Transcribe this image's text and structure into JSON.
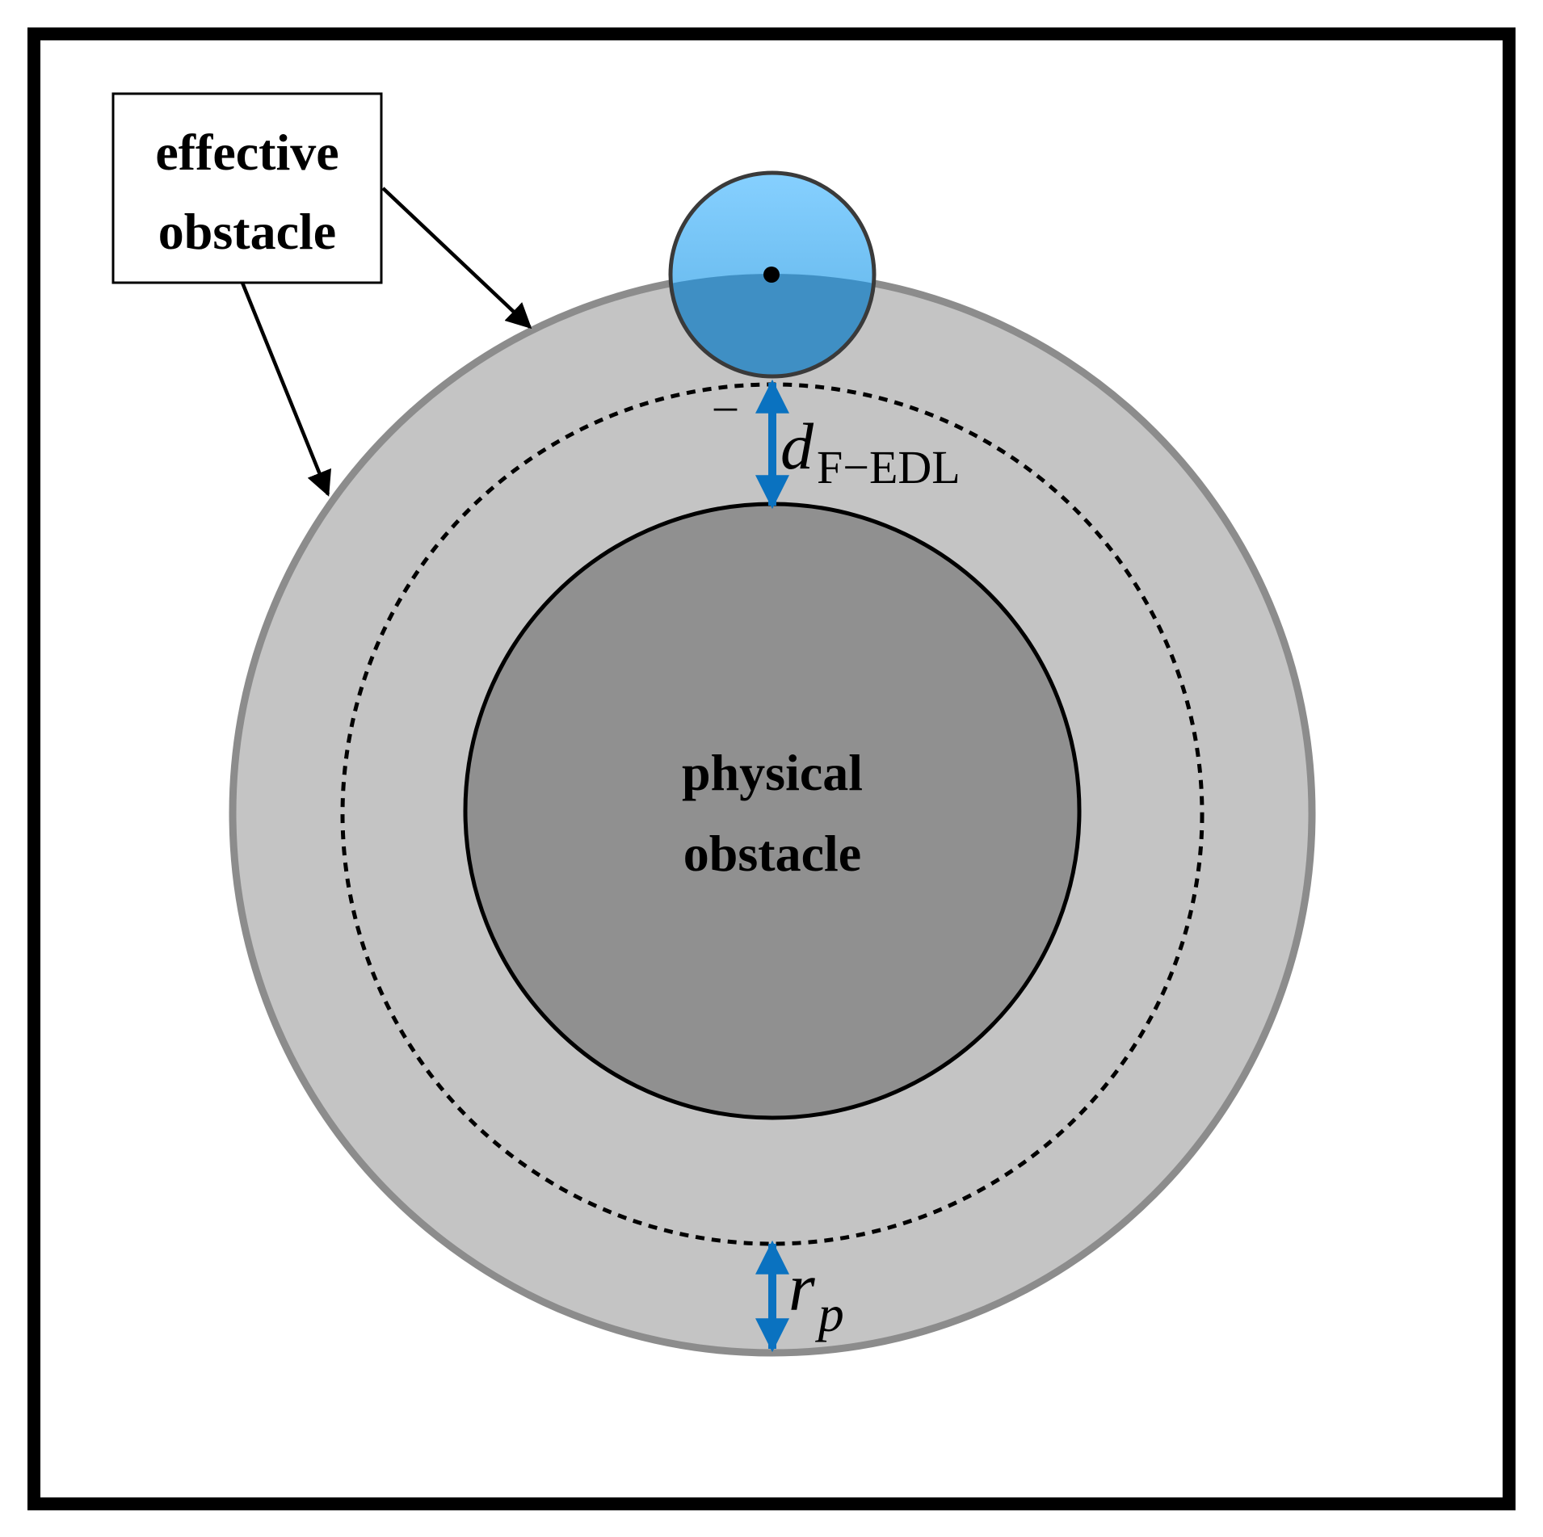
{
  "labels": {
    "effective_line1": "effective",
    "effective_line2": "obstacle",
    "physical_line1": "physical",
    "physical_line2": "obstacle",
    "d_symbol": "d",
    "d_subscript": "F−EDL",
    "d_bar": "–",
    "r_symbol": "r",
    "r_subscript": "p"
  },
  "colors": {
    "frame": "#000000",
    "effective_fill": "#c4c4c4",
    "effective_stroke": "#8c8c8c",
    "physical_fill": "#909090",
    "physical_stroke": "#000000",
    "particle_fill": "#6cc0f0",
    "particle_overlap_fill": "#3f8fc4",
    "particle_stroke": "#3a3a3a",
    "dimension_arrow": "#0a72c0"
  }
}
